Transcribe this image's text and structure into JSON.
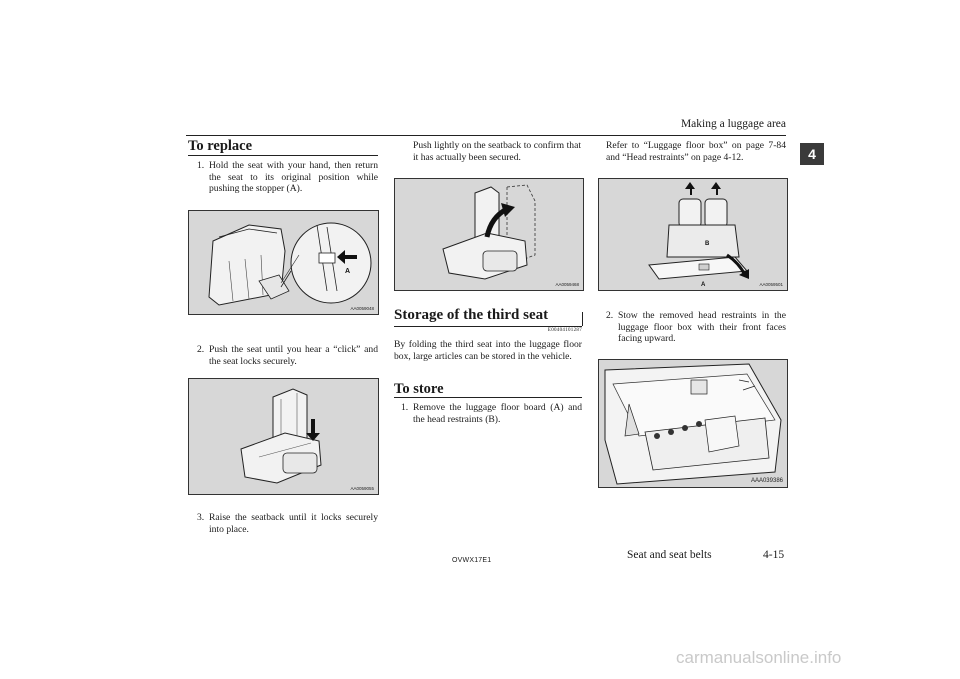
{
  "header": {
    "title": "Making a luggage area",
    "chapter": "4"
  },
  "left": {
    "heading": "To replace",
    "steps": [
      {
        "num": "1.",
        "text": "Hold the seat with your hand, then return the seat to its original position while pushing the stopper (A)."
      },
      {
        "num": "2.",
        "text": "Push the seat until you hear a “click” and the seat locks securely."
      },
      {
        "num": "3.",
        "text": "Raise the seatback until it locks securely into place."
      }
    ],
    "figures": [
      {
        "code": "AA0059048",
        "label": "A"
      },
      {
        "code": "AA0059055"
      }
    ]
  },
  "middle": {
    "intro": "Push lightly on the seatback to confirm that it has actually been secured.",
    "figure_code": "AA0059468",
    "heading": "Storage of the third seat",
    "ref_code": "E00404101287",
    "para": "By folding the third seat into the luggage floor box, large articles can be stored in the vehicle.",
    "subheading": "To store",
    "step": {
      "num": "1.",
      "text": "Remove the luggage floor board (A) and the head restraints (B)."
    }
  },
  "right": {
    "intro": "Refer to “Luggage floor box” on page 7-84 and “Head restraints” on page 4-12.",
    "figure1": {
      "code": "AA0059501",
      "label_a": "A",
      "label_b": "B"
    },
    "step": {
      "num": "2.",
      "text": "Stow the removed head restraints in the luggage floor box with their front faces facing upward."
    },
    "figure2": {
      "code": "AAA039386"
    }
  },
  "footer": {
    "doc_code": "OVWX17E1",
    "section": "Seat and seat belts",
    "page": "4-15"
  },
  "watermark": "carmanualsonline.info"
}
